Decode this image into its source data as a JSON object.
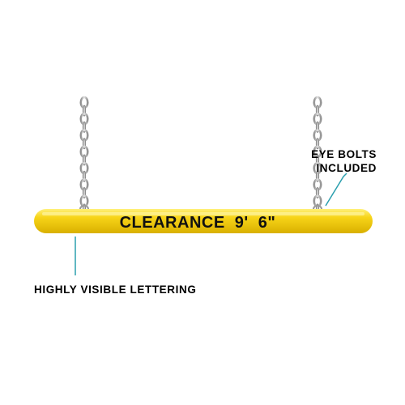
{
  "product": {
    "bar_label": "CLEARANCE  9'  6\"",
    "bar_color": "#f7d418",
    "bar_text_color": "#111111",
    "chain_color": "#b8b8b8"
  },
  "callouts": {
    "eye_bolts_line1": "EYE BOLTS",
    "eye_bolts_line2": "INCLUDED",
    "lettering": "HIGHLY VISIBLE LETTERING",
    "leader_color": "#2b9fae",
    "text_color": "#111111"
  }
}
